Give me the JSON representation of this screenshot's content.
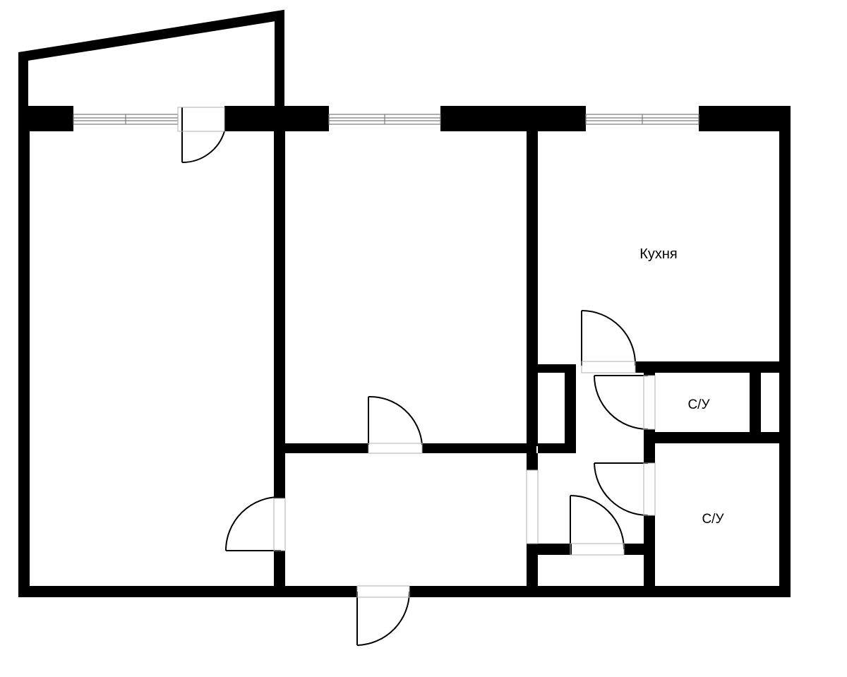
{
  "floor_plan": {
    "rooms": [
      {
        "id": "kitchen",
        "label": "Кухня"
      },
      {
        "id": "bathroom-1",
        "label": "С/У"
      },
      {
        "id": "bathroom-2",
        "label": "С/У"
      }
    ],
    "colors": {
      "wall": "#000000",
      "background": "#ffffff",
      "window_frame": "#808080",
      "door_swing": "#000000"
    }
  }
}
